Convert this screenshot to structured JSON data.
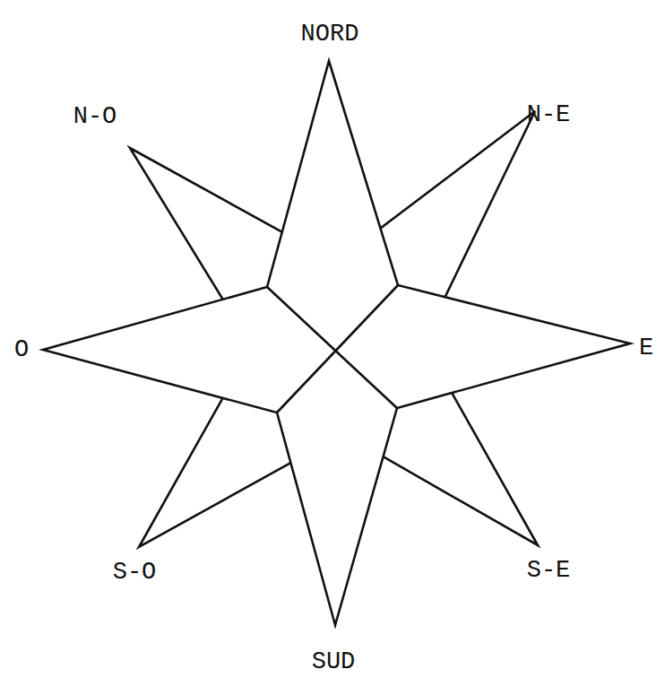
{
  "diagram": {
    "labels": [
      "NORD",
      "N-O",
      "N-E",
      "O",
      "E",
      "S-O",
      "S-E",
      "SUD"
    ]
  }
}
